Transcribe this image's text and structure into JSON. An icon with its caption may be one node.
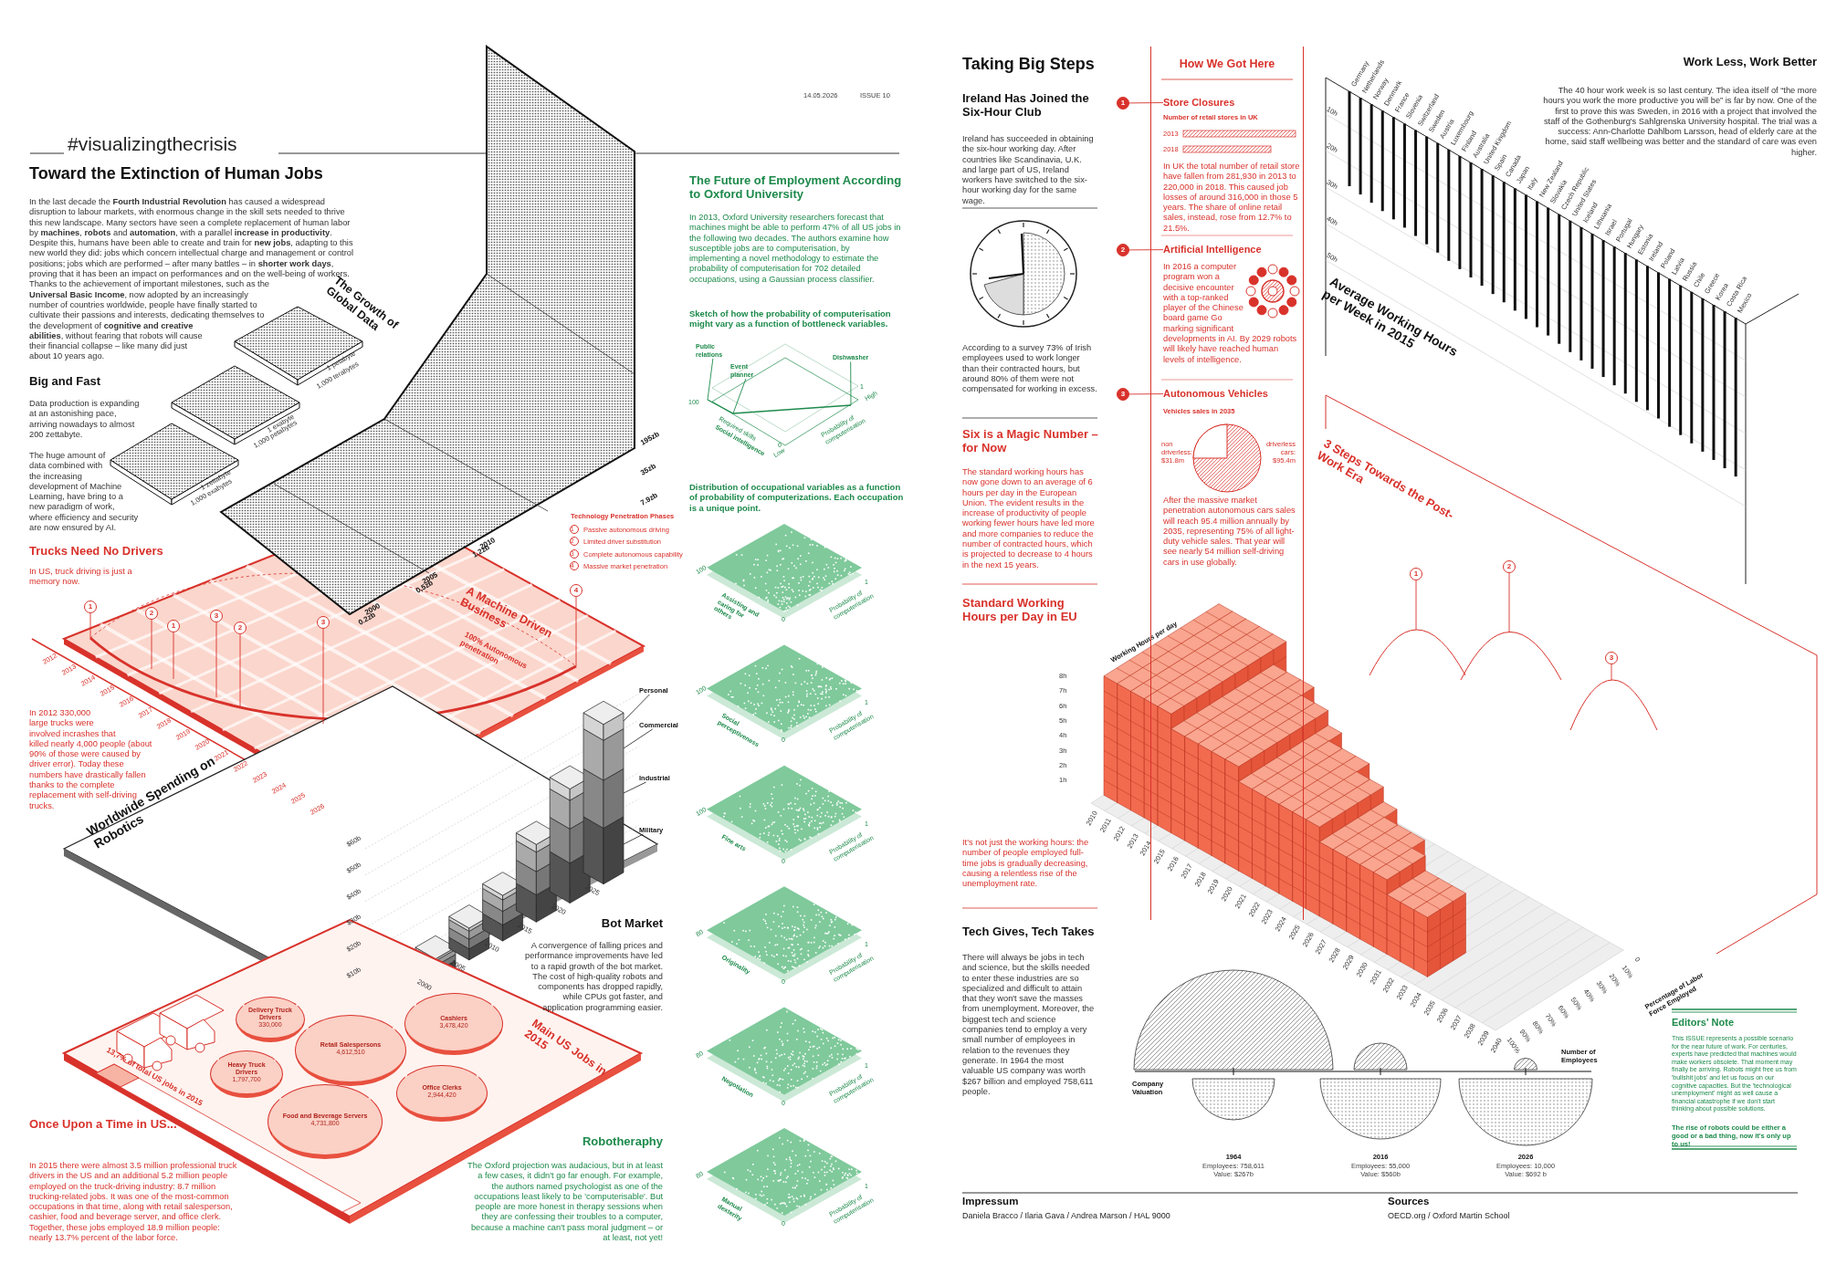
{
  "diagram": {
    "nodes": [
      {
        "text": [
          "1"
        ]
      },
      {
        "text": [
          "2"
        ]
      },
      {
        "text": [
          "1"
        ]
      },
      {
        "text": [
          "3"
        ]
      },
      {
        "text": [
          "2"
        ]
      },
      {
        "text": [
          "3"
        ]
      },
      {
        "text": [
          "4"
        ]
      },
      {
        "text": [
          "Personal"
        ]
      },
      {
        "text": [
          "Commercial"
        ]
      },
      {
        "text": [
          "Industrial"
        ]
      },
      {
        "text": [
          "Military"
        ]
      },
      {
        "text": [
          "Delivery Truck Drivers",
          "330,000"
        ]
      },
      {
        "text": [
          "Cashiers",
          "3,478,420"
        ]
      },
      {
        "text": [
          "Retail Salespersons",
          "4,612,510"
        ]
      },
      {
        "text": [
          "Heavy Truck Drivers",
          "1,797,700"
        ]
      },
      {
        "text": [
          "Office Clerks",
          "2,944,420"
        ]
      },
      {
        "text": [
          "Food and Beverage Servers",
          "4,731,800"
        ]
      },
      {
        "text": [
          "Public relations"
        ]
      },
      {
        "text": [
          "Event planner"
        ]
      },
      {
        "text": [
          "Dishwasher"
        ]
      },
      {
        "text": [
          "How We Got Here"
        ]
      },
      {
        "text": [
          "1"
        ]
      },
      {
        "text": [
          "Store Closures"
        ],
        "in": 20
      },
      {
        "text": [
          "2"
        ]
      },
      {
        "text": [
          "Artificial Intelligence"
        ],
        "in": 20
      },
      {
        "text": [
          "3"
        ]
      },
      {
        "text": [
          "Autonomous Vehicles"
        ],
        "in": 20
      },
      {
        "text": [
          "1"
        ]
      },
      {
        "text": [
          "2"
        ]
      },
      {
        "text": [
          "3"
        ]
      },
      {
        "text": [],
        "shape": "line"
      },
      {
        "text": [],
        "shape": "line"
      },
      {
        "text": [],
        "shape": "bar"
      },
      {
        "text": [],
        "shape": "bar"
      },
      {
        "text": [],
        "shape": "bar"
      },
      {
        "text": [],
        "shape": "bar"
      }
    ],
    "edges": [
      {
        "from": 0,
        "to": 30,
        "arrow": "none"
      },
      {
        "from": 1,
        "to": 30,
        "arrow": "none"
      },
      {
        "from": 2,
        "to": 30,
        "arrow": "none"
      },
      {
        "from": 3,
        "to": 30,
        "arrow": "none"
      },
      {
        "from": 4,
        "to": 30,
        "arrow": "none"
      },
      {
        "from": 5,
        "to": 30,
        "arrow": "none"
      },
      {
        "from": 6,
        "to": 30,
        "arrow": "none"
      },
      {
        "from": 7,
        "to": 32,
        "arrow": "none",
        "color": "#333333"
      },
      {
        "from": 8,
        "to": 33,
        "arrow": "none",
        "color": "#333333"
      },
      {
        "from": 9,
        "to": 34,
        "arrow": "none",
        "color": "#333333"
      },
      {
        "from": 10,
        "to": 35,
        "arrow": "none",
        "color": "#333333"
      },
      {
        "from": 17,
        "to": 31,
        "arrow": "none",
        "color": "#1d8a4b"
      },
      {
        "from": 18,
        "to": 31,
        "arrow": "none",
        "color": "#1d8a4b"
      },
      {
        "from": 19,
        "to": 31,
        "arrow": "none",
        "color": "#1d8a4b"
      },
      {
        "from": 21,
        "to": 22,
        "arrow": "none"
      },
      {
        "from": 23,
        "to": 24,
        "arrow": "none"
      },
      {
        "from": 25,
        "to": 26,
        "arrow": "none"
      },
      {
        "from": 27,
        "to": null,
        "arrow": "none"
      },
      {
        "from": 28,
        "to": null,
        "arrow": "none"
      },
      {
        "from": 29,
        "to": null,
        "arrow": "none"
      }
    ],
    "labels": [
      "#visualizingthecrisis",
      "14.05.2026",
      "ISSUE 10",
      "Toward the Extinction of Human Jobs",
      "In the last decade the **Fourth Industrial Revolution** has caused a widespread disruption to labour markets, with enormous change in the skill sets needed to thrive this new landscape. Many sectors have seen a complete replacement of human labor by **machines**, **robots** and **automation**, with a parallel **increase in productivity**. Despite this, humans have been able to create and train for **new jobs**, adapting to this new world they did: jobs which concern intellectual charge and management or control positions; jobs which are performed – after many battles – in **shorter work days**, proving that it has been an impact on performances and on the well-being of workers. Thanks to the achievement of important milestones, such as the **Universal Basic Income**, now adopted by an increasingly number of countries worldwide, people have finally started to cultivate their passions and interests, dedicating themselves to the development of **cognitive and creative abilities**, without fearing that robots will cause their financial collapse – like many did just about 10 years ago.",
      "The Growth of Global Data",
      "1 petabyte",
      "1,000 terabytes",
      "1 exabyte",
      "1,000 petabytes",
      "1 zettabyte",
      "1,000 exabytes",
      "Big and Fast",
      "Data production is expanding at an astonishing pace, arriving nowadays to almost 200 zettabyte.",
      "The huge amount of data combined with the increasing development of Machine Learning, have bring to a new paradigm of work, where efficiency and security are now ensured by AI.",
      "2000",
      "0.2zb",
      "2005",
      "0,5zb",
      "2010",
      "1.2zb",
      "7.9zb",
      "35zb",
      "195zb",
      "Trucks Need No Drivers",
      "In US, truck driving is just a memory now.",
      "In 2012 330,000 large trucks were involved incrashes that killed nearly 4,000 people (about 90% of those were caused by driver error). Today these numbers have drastically fallen thanks to the complete replacement with self-driving trucks.",
      "2012",
      "2013",
      "2014",
      "2015",
      "2016",
      "2017",
      "2018",
      "2019",
      "2020",
      "2021",
      "2022",
      "2023",
      "2024",
      "2025",
      "2026",
      "Technology Penetration Phases",
      "1",
      "Passive autonomous driving",
      "2",
      "Limited driver substitution",
      "3",
      "Complete autonomous capability",
      "4",
      "Massive market penetration",
      "A Machine Driven Business",
      "100% Autonomous penetration",
      "Worldwide Spending on Robotics",
      "$60b",
      "$50b",
      "$40b",
      "$30b",
      "$20b",
      "$10b",
      "2000",
      "2005",
      "2010",
      "2015",
      "2020",
      "2025",
      "Bot Market",
      "A convergence of falling prices and performance improvements have led to a rapid growth of the bot market. The cost of high-quality robots and components has dropped rapidly, while CPUs got faster, and application programming easier.",
      "Main US Jobs in 2015",
      "13,7% of total US jobs in 2015",
      "Once Upon a Time in US...",
      "In 2015 there were almost 3.5 million professional truck drivers in the US and an additional 5.2 million people employed on the truck-driving industry: 8.7 million trucking-related jobs. It was one of the most-common occupations in that time, along with retail salesperson, cashier, food and beverage server, and office clerk. Together, these jobs employed 18.9 million people: nearly 13.7% percent of the labor force.",
      "The Future of Employment According to Oxford University",
      "In 2013, Oxford University researchers forecast that machines might be able to perform 47% of all US jobs in the following two decades. The authors examine how susceptible jobs are to computerisation, by implementing a novel methodology to estimate the probability of computerisation for 702 detailed occupations, using a Gaussian process classifier.",
      "Sketch of how the probability of computerisation might vary as a function of bottleneck variables.",
      "100",
      "Required skills",
      "Social intelligence",
      "0",
      "Low",
      "1",
      "High",
      "Probability of computerisation",
      "Distribution of occupational variables as a function of probability of computerizations. Each occupation is a unique point.",
      "100",
      "Assisting and caring for others",
      "0",
      "1",
      "Probability of computerisation",
      "100",
      "Social perceptiveness",
      "0",
      "1",
      "Probability of computerisation",
      "100",
      "Fine arts",
      "0",
      "1",
      "Probability of computerisation",
      "80",
      "Originality",
      "0",
      "1",
      "Probability of computerisation",
      "80",
      "Negotiation",
      "0",
      "1",
      "Probability of computerisation",
      "80",
      "Manual dexterity",
      "0",
      "1",
      "Probability of computerisation",
      "Robotheraphy",
      "The Oxford projection was audacious, but in at least a few cases, it didn't go far enough. For example, the authors named psychologist as one of the occupations least likely to be 'computerisable'. But people are more honest in therapy sessions when they are confessing their troubles to a computer, because a machine can't pass moral judgment – or at least, not yet!",
      "Taking Big Steps",
      "Ireland Has Joined the Six-Hour Club",
      "Ireland has succeeded in obtaining the six-hour working day. After countries like Scandinavia, U.K. and large part of US, Ireland workers have switched to the six-hour working day for the same wage.",
      "According to a survey 73% of Irish employees used to work longer than their contracted hours, but around 80% of them were not compensated for working in excess.",
      "Six is a Magic Number – for Now",
      "The standard working hours has now gone down to an average of 6 hours per day in the European Union. The evident results in the increase of productivity of people working fewer hours have led more and more companies to reduce the number of contracted hours, which is projected to decrease to 4 hours in the next 15 years.",
      "Standard Working Hours per Day in EU",
      "It's not just the working hours: the number of people employed full-time jobs is gradually decreasing, causing a relentless rise of the unemployment rate.",
      "Tech Gives, Tech Takes",
      "There will always be jobs in tech and science, but the skills needed to enter these industries are so specialized and difficult to attain that they won't save the masses from unemployment. Moreover, the biggest tech and science companies tend to employ a very small number of employees in relation to the revenues they generate. In 1964 the most valuable US company was worth $267 billion and employed 758,611 people.",
      "Number of retail stores in UK",
      "2013",
      "2018",
      "In UK the total number of retail store have fallen from 281,930 in 2013 to 220,000 in 2018. This caused job losses of around 316,000 in those 5 years. The share of online retail sales, instead, rose from 12.7% to 21.5%.",
      "In 2016 a computer program won a decisive encounter with a top-ranked player of the Chinese board game Go marking significant developments in AI. By 2029 robots will likely have reached human levels of intelligence.",
      "Vehicles sales in 2035",
      "non driverless: $31.8m",
      "driverless cars: $95.4m",
      "After the massive market penetration autonomous cars sales will reach 95.4 million annually by 2035, representing 75% of all light-duty vehicle sales. That year will see nearly 54 million self-driving cars in use globally.",
      "Work Less, Work Better",
      "The 40 hour work week is so last century. The idea itself of “the more hours you work the more productive you will be” is far by now. One of the first to prove this was Sweden, in 2016 with a project that involved the staff of the Gothenburg's Sahlgrenska University hospital. The trial was a success: Ann-Charlotte Dahlbom Larsson, head of elderly care at the home, said staff wellbeing was better and the standard of care was even higher.",
      "10h",
      "20h",
      "30h",
      "40h",
      "50h",
      "Germany",
      "Netherlands",
      "Norway",
      "Denmark",
      "France",
      "Slovenia",
      "Switzerland",
      "Sweden",
      "Austria",
      "Luxembourg",
      "Finland",
      "Australia",
      "United Kingdom",
      "Spain",
      "Canada",
      "Japan",
      "Italy",
      "New Zealand",
      "Slovakia",
      "Czech Republic",
      "United States",
      "Iceland",
      "Lithuania",
      "Israel",
      "Portugal",
      "Hungary",
      "Estonia",
      "Ireland",
      "Poland",
      "Latvia",
      "Russia",
      "Chile",
      "Greece",
      "Korea",
      "Costa Rica",
      "Mexico",
      "Average Working Hours per Week in 2015",
      "3 Steps Towards the Post-Work Era",
      "Working Hours per day",
      "8h",
      "7h",
      "6h",
      "5h",
      "4h",
      "3h",
      "2h",
      "1h",
      "2010",
      "2011",
      "2012",
      "2013",
      "2014",
      "2015",
      "2016",
      "2017",
      "2018",
      "2019",
      "2020",
      "2021",
      "2022",
      "2023",
      "2024",
      "2025",
      "2026",
      "2027",
      "2028",
      "2029",
      "2030",
      "2031",
      "2032",
      "2033",
      "2034",
      "2035",
      "2036",
      "2037",
      "2038",
      "2039",
      "2040",
      "0",
      "10%",
      "20%",
      "30%",
      "40%",
      "50%",
      "60%",
      "70%",
      "80%",
      "90%",
      "100%",
      "Percentage of Labor Force Employed",
      "Number of Employees",
      "Company Valuation",
      "1964",
      "Employees: 758,611",
      "Value: $267b",
      "2016",
      "Employees: 55,000",
      "Value: $560b",
      "2026",
      "Employees: 10,000",
      "Value: $692 b",
      "Editors' Note",
      "This ISSUE represents a possible scenario for the near future of work. For centuries, experts have predicted that machines would make workers obsolete. That moment may finally be arriving. Robots might free us from 'bullshit jobs' and let us focus on our cognitive capacities. But the 'technological unemployment' might as well cause a financial catastrophe if we don't start thinking about possible solutions.",
      "The rise of robots could be either a good or a bad thing, now it's only up to us!",
      "Impressum",
      "Daniela Bracco / Ilaria Gava / Andrea Marson / HAL 9000",
      "Sources",
      "OECD.org / Oxford Martin School"
    ]
  }
}
